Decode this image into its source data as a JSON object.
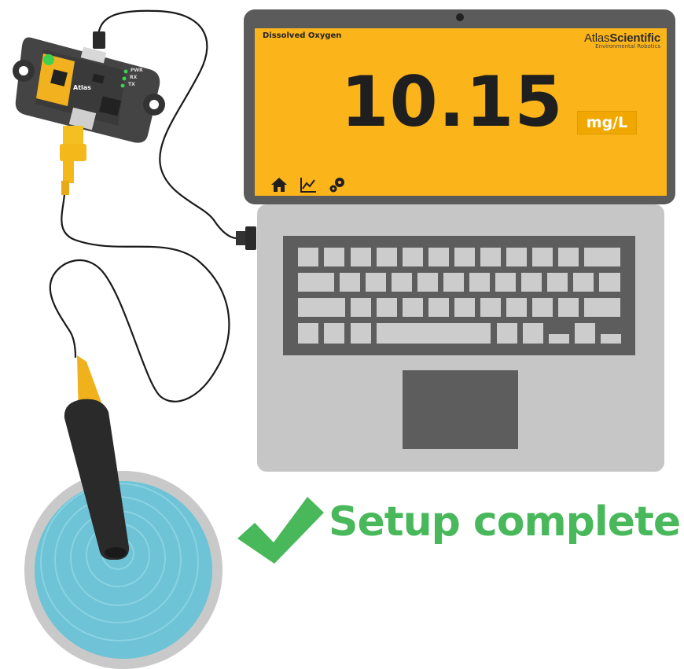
{
  "screen": {
    "title": "Dissolved Oxygen",
    "brand_part1": "Atlas",
    "brand_part2": "Scientific",
    "brand_tagline": "Environmental Robotics",
    "reading": "10.15",
    "unit": "mg/L"
  },
  "board": {
    "logo": "Atlas",
    "led_labels": [
      "PWR",
      "RX",
      "TX"
    ]
  },
  "status": {
    "message": "Setup complete"
  },
  "colors": {
    "screen": "#fbb41a",
    "status_green": "#48b85b",
    "water": "#6ec3d6",
    "laptop_body": "#c6c6c6"
  },
  "icons": [
    "home-icon",
    "chart-icon",
    "gear-icon",
    "checkmark-icon"
  ]
}
